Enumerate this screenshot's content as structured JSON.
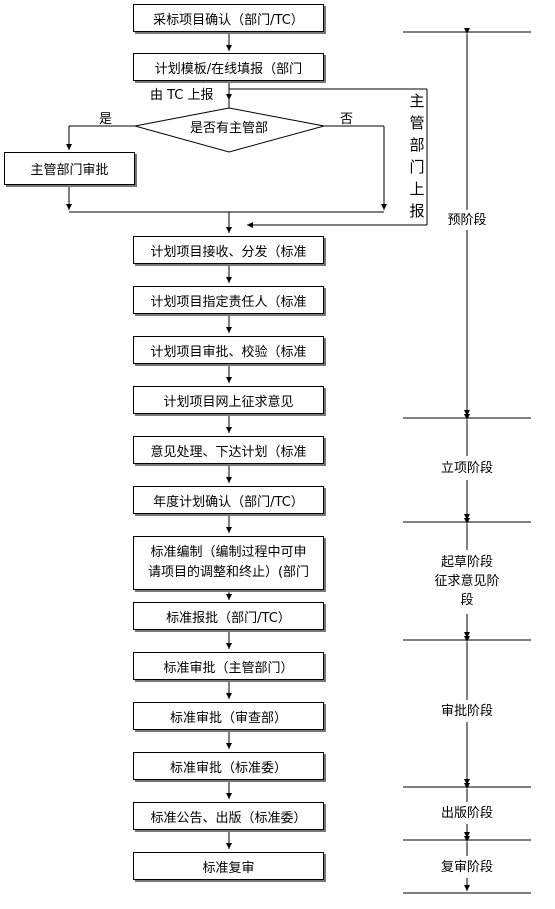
{
  "flow": {
    "steps": [
      "采标项目确认（部门/TC）",
      "计划模板/在线填报（部门",
      "计划项目接收、分发（标准",
      "计划项目指定责任人（标准",
      "计划项目审批、校验（标准",
      "计划项目网上征求意见",
      "意见处理、下达计划（标准",
      "年度计划确认（部门/TC）",
      "标准报批（部门/TC）",
      "标准审批（主管部门）",
      "标准审批（审查部）",
      "标准审批（标准委）",
      "标准公告、出版（标准委）",
      "标准复审"
    ],
    "compile_step": {
      "line1": "标准编制（编制过程中可申",
      "line2": "请项目的调整和终止）(部门"
    },
    "upload_label": "由 TC 上报",
    "decision": "是否有主管部",
    "yes": "是",
    "no": "否",
    "dept_approval": "主管部门审批",
    "dept_report_label": [
      "主",
      "管",
      "部",
      "门",
      "上",
      "报"
    ]
  },
  "stages": {
    "pre": "预阶段",
    "establish": "立项阶段",
    "draft_line1": "起草阶段",
    "draft_line2": "征求意见阶",
    "draft_line3": "段",
    "approval": "审批阶段",
    "publish": "出版阶段",
    "review": "复审阶段"
  }
}
